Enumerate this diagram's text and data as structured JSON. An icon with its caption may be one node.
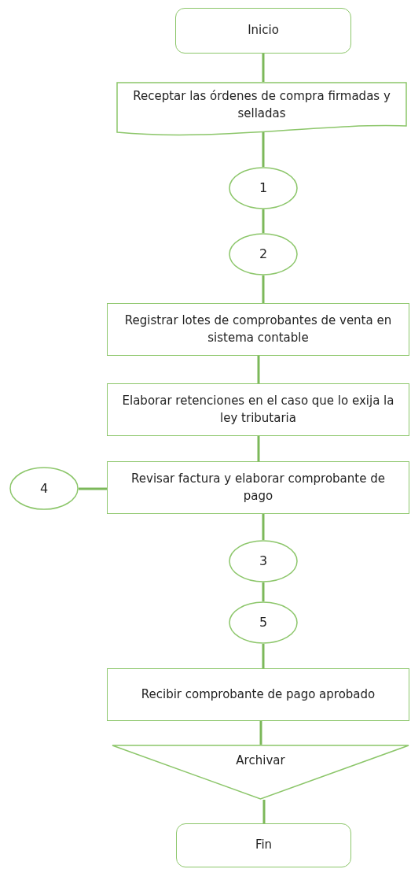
{
  "diagram": {
    "nodes": [
      {
        "text": [
          "Inicio"
        ]
      },
      {
        "text": [
          "Receptar las órdenes de compra firmadas y selladas"
        ]
      },
      {
        "text": [
          "1"
        ]
      },
      {
        "text": [
          "2"
        ]
      },
      {
        "text": [
          "Registrar lotes de comprobantes de venta en sistema contable"
        ]
      },
      {
        "text": [
          "Elaborar retenciones en el caso que lo exija la ley tributaria"
        ]
      },
      {
        "text": [
          "Revisar factura y elaborar comprobante de pago"
        ]
      },
      {
        "text": [
          "4"
        ]
      },
      {
        "text": [
          "3"
        ]
      },
      {
        "text": [
          "5"
        ]
      },
      {
        "text": [
          "Recibir comprobante de pago aprobado"
        ]
      },
      {
        "text": [
          "Archivar"
        ]
      },
      {
        "text": [
          "Fin"
        ]
      }
    ],
    "edges": [
      {
        "from": 0,
        "to": 1,
        "arrow": "none"
      },
      {
        "from": 1,
        "to": 2,
        "arrow": "none"
      },
      {
        "from": 2,
        "to": 3,
        "arrow": "none"
      },
      {
        "from": 3,
        "to": 4,
        "arrow": "none"
      },
      {
        "from": 4,
        "to": 5,
        "arrow": "none"
      },
      {
        "from": 5,
        "to": 6,
        "arrow": "none"
      },
      {
        "from": 7,
        "to": 6,
        "arrow": "none"
      },
      {
        "from": 6,
        "to": 8,
        "arrow": "none"
      },
      {
        "from": 8,
        "to": 9,
        "arrow": "none"
      },
      {
        "from": 9,
        "to": 10,
        "arrow": "none"
      },
      {
        "from": 10,
        "to": 11,
        "arrow": "none"
      },
      {
        "from": 11,
        "to": 12,
        "arrow": "none"
      }
    ]
  }
}
